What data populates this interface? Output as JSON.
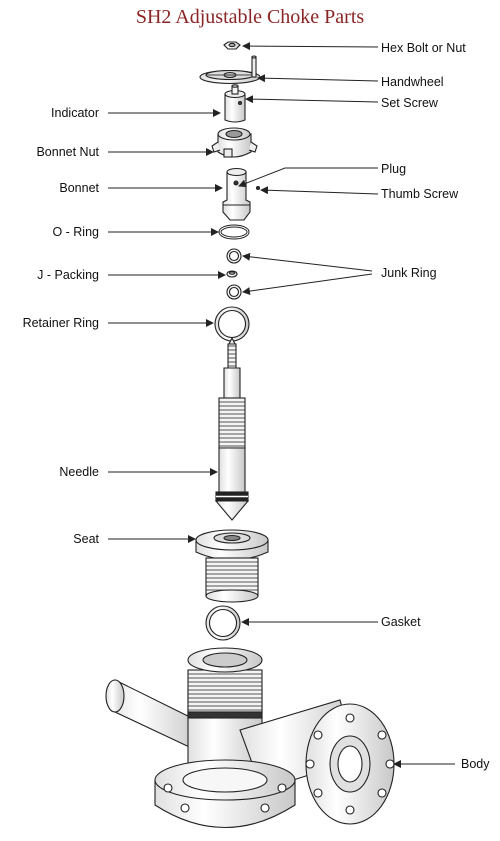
{
  "title": "SH2 Adjustable Choke Parts",
  "colors": {
    "title": "#8b2525",
    "line": "#222222",
    "part_fill": "#f4f4f4",
    "part_shade": "#cfcfcf"
  },
  "labels": {
    "hex_bolt": "Hex Bolt or Nut",
    "handwheel": "Handwheel",
    "set_screw": "Set Screw",
    "indicator": "Indicator",
    "bonnet_nut": "Bonnet Nut",
    "plug": "Plug",
    "bonnet": "Bonnet",
    "thumb_screw": "Thumb Screw",
    "o_ring": "O - Ring",
    "junk_ring": "Junk Ring",
    "j_packing": "J - Packing",
    "retainer_ring": "Retainer Ring",
    "needle": "Needle",
    "seat": "Seat",
    "gasket": "Gasket",
    "body": "Body"
  }
}
